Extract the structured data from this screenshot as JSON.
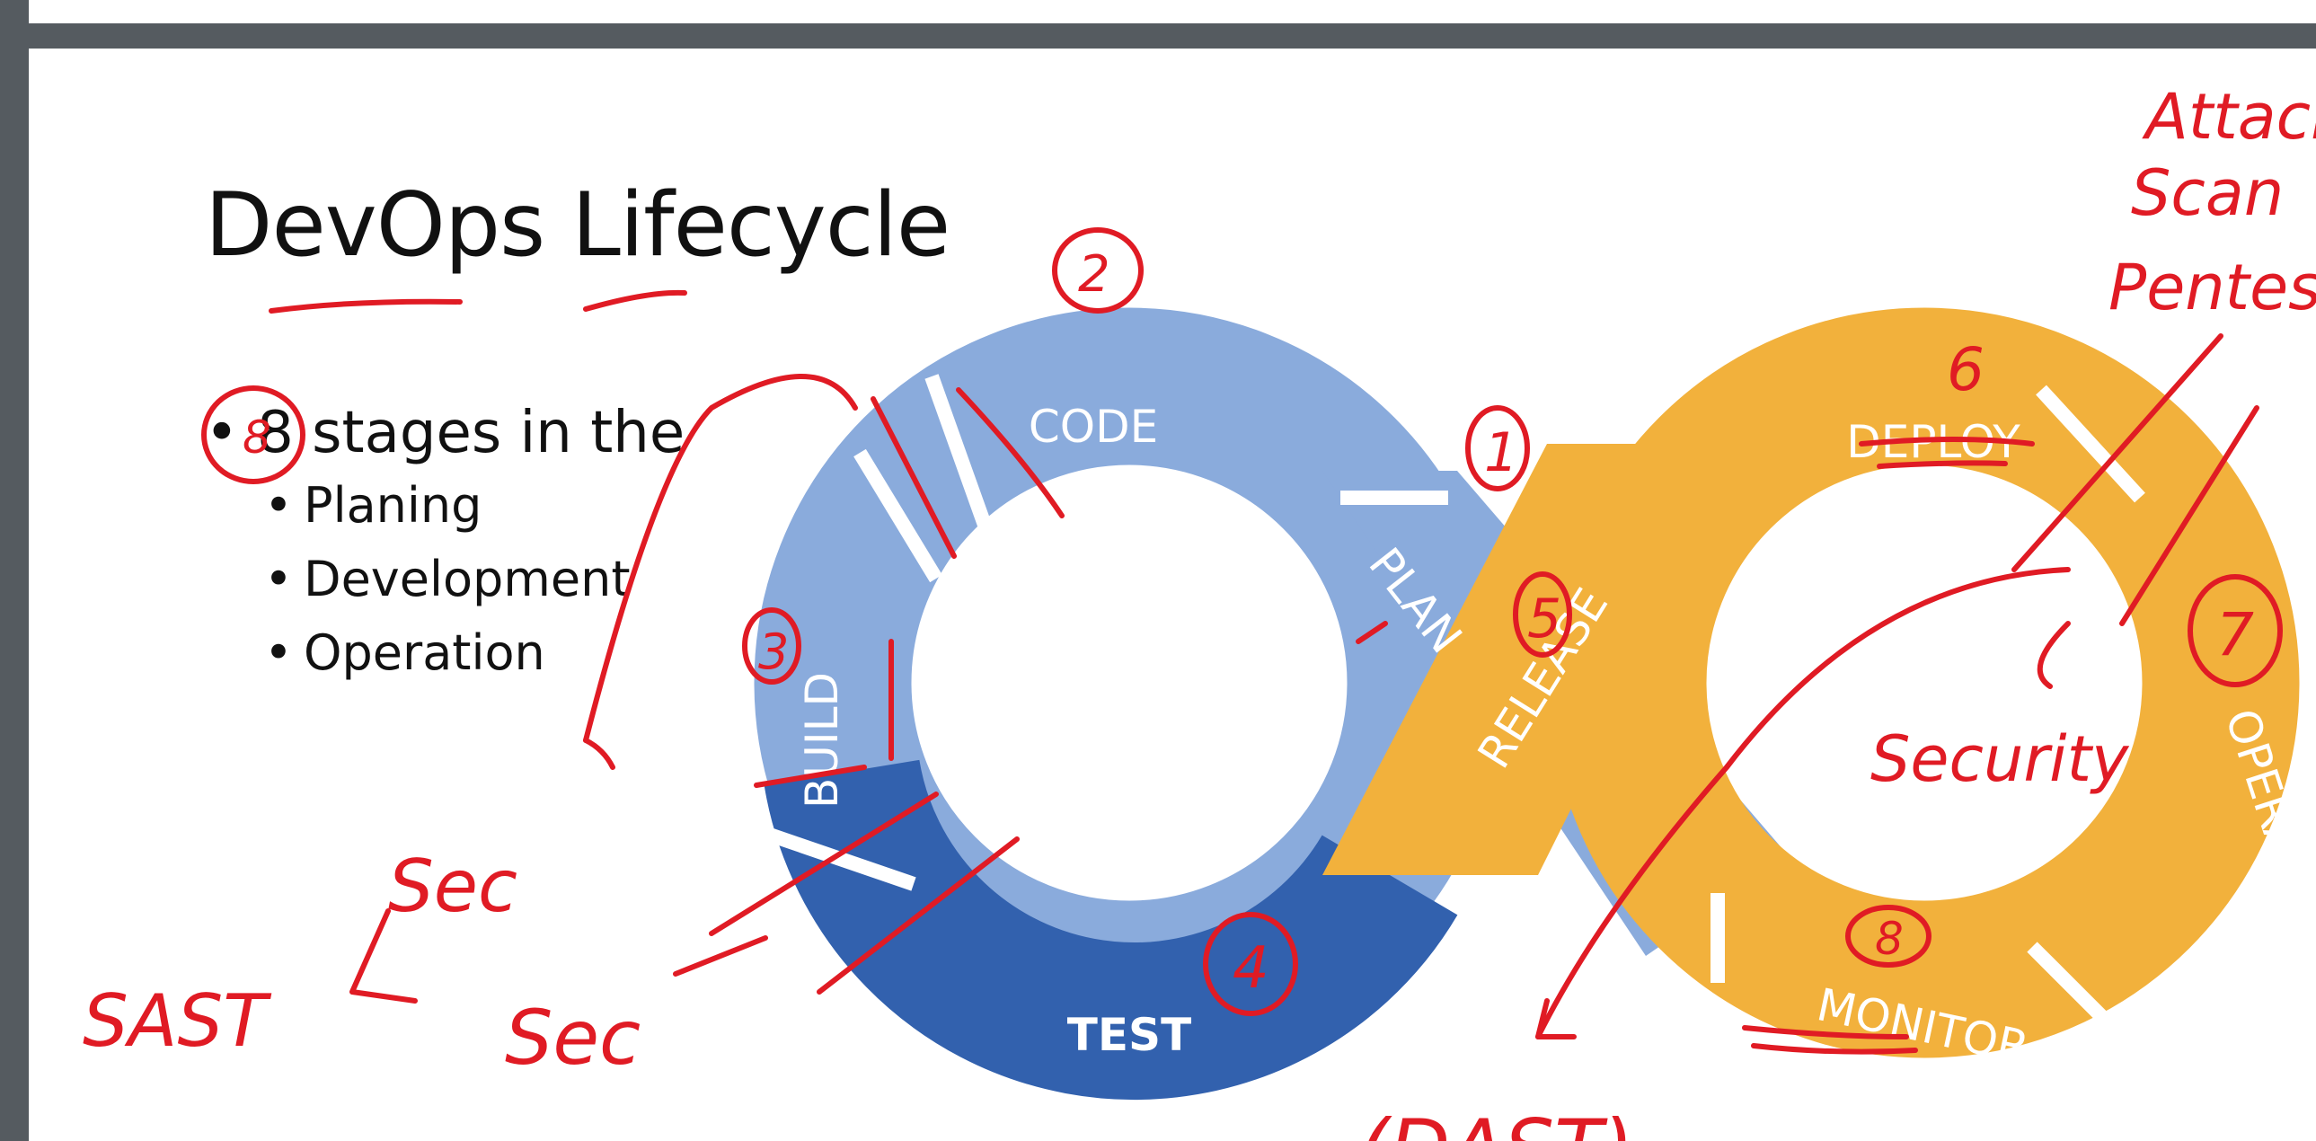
{
  "slide": {
    "title": "DevOps Lifecycle",
    "bullet_main": "8 stages in the",
    "sub_bullets": [
      "Planing",
      "Development",
      "Operation"
    ]
  },
  "stages": {
    "code": "CODE",
    "plan": "PLAN",
    "build": "BUILD",
    "test": "TEST",
    "release": "RELEASE",
    "deploy": "DEPLOY",
    "operate": "OPERATE",
    "monitor": "MONITOR"
  },
  "annotations": {
    "attack": "Attack",
    "scan": "Scan",
    "pentest": "Pentest",
    "security": "Security",
    "dast": "(DAST)",
    "sast": "SAST",
    "sec1": "Sec",
    "sec2": "Sec",
    "n1": "1",
    "n2": "2",
    "n3": "3",
    "n4": "4",
    "n5": "5",
    "n6": "6",
    "n7": "7",
    "n8": "8",
    "n8b": "8"
  },
  "colors": {
    "light_blue": "#8aabdc",
    "dark_blue": "#3261ae",
    "orange": "#f2b13c",
    "ink": "#e01b24"
  }
}
